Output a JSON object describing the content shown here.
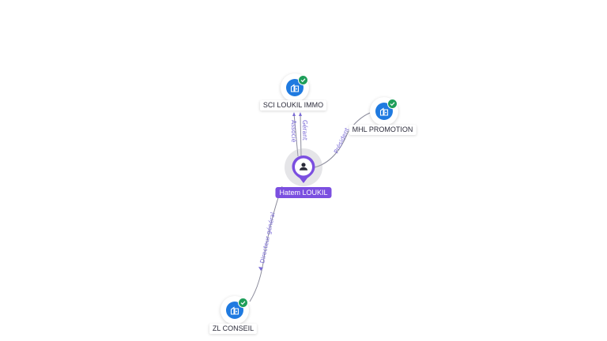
{
  "nodes": {
    "center": {
      "label": "Hatem LOUKIL",
      "icon": "person-icon"
    },
    "sci": {
      "label": "SCI LOUKIL IMMO",
      "icon": "building-icon",
      "verified": true
    },
    "mhl": {
      "label": "MHL PROMOTION",
      "icon": "building-icon",
      "verified": true
    },
    "zl": {
      "label": "ZL CONSEIL",
      "icon": "building-icon",
      "verified": true
    }
  },
  "edges": {
    "sci_gerant": "Gérant",
    "sci_associe": "Associé",
    "mhl_president": "Président",
    "zl_directeur": "Directeur général"
  },
  "colors": {
    "person_accent": "#7b4fe0",
    "company": "#1f7ae0",
    "verified": "#1e9e5a",
    "edge_text": "#7a6bd6"
  }
}
